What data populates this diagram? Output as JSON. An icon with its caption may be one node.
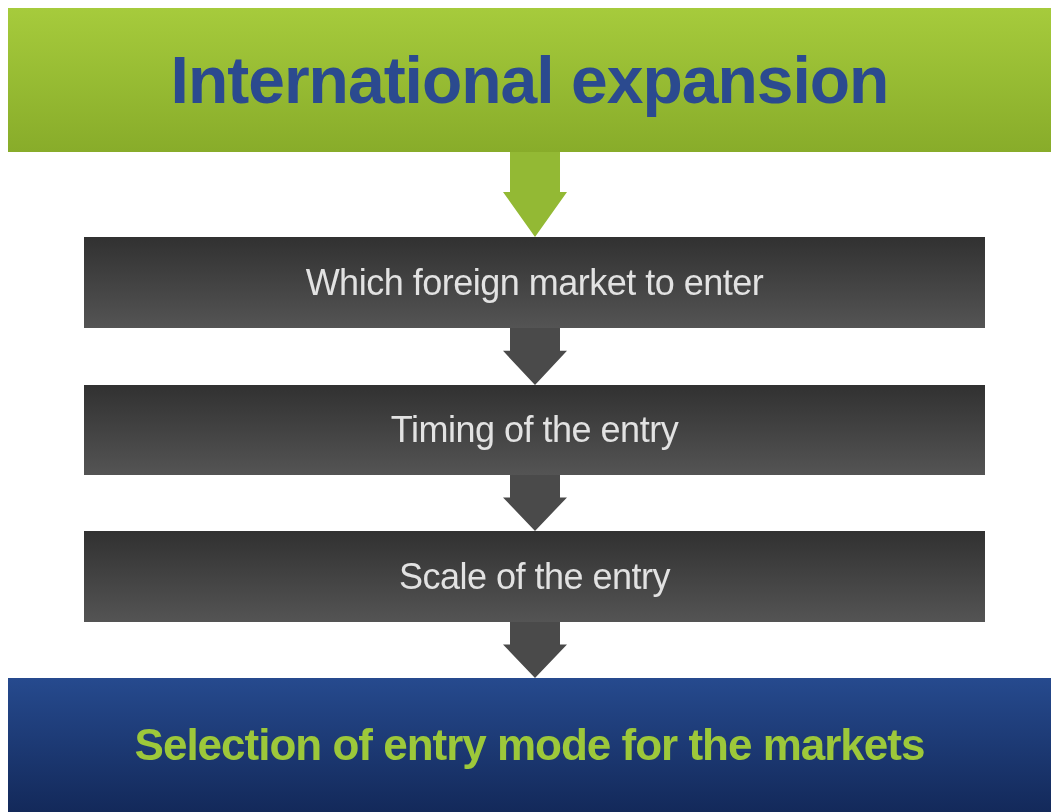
{
  "diagram": {
    "nodes": [
      {
        "text": [
          "International expansion"
        ]
      },
      {
        "text": [
          "Which foreign market to enter"
        ]
      },
      {
        "text": [
          "Timing of the entry"
        ]
      },
      {
        "text": [
          "Scale of the entry"
        ]
      },
      {
        "text": [
          "Selection of entry mode for the markets"
        ]
      }
    ],
    "edges": [
      {
        "from": 0,
        "to": 1,
        "arrow": "to",
        "color": "#93b934"
      },
      {
        "from": 1,
        "to": 2,
        "arrow": "to"
      },
      {
        "from": 2,
        "to": 3,
        "arrow": "to"
      },
      {
        "from": 3,
        "to": 4,
        "arrow": "to"
      }
    ]
  }
}
